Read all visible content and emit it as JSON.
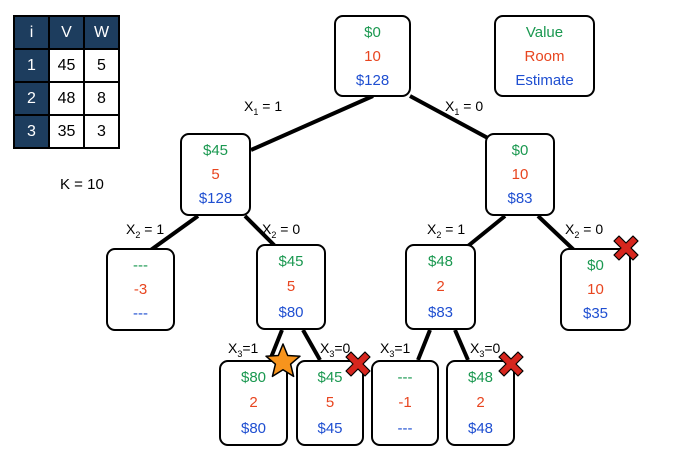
{
  "items_table": {
    "headers": [
      "i",
      "V",
      "W"
    ],
    "rows": [
      [
        "1",
        "45",
        "5"
      ],
      [
        "2",
        "48",
        "8"
      ],
      [
        "3",
        "35",
        "3"
      ]
    ],
    "capacity": "K = 10"
  },
  "legend": {
    "value": "Value",
    "room": "Room",
    "estimate": "Estimate"
  },
  "colors": {
    "value": "#1a9850",
    "room": "#e8451f",
    "estimate": "#1f4fd1",
    "header_fill": "#1d3d5e",
    "star": "#f7941d",
    "cross": "#d7261e"
  },
  "tree": {
    "root": {
      "value": "$0",
      "room": "10",
      "estimate": "$128"
    },
    "l": {
      "value": "$45",
      "room": "5",
      "estimate": "$128"
    },
    "r": {
      "value": "$0",
      "room": "10",
      "estimate": "$83"
    },
    "ll": {
      "value": "---",
      "room": "-3",
      "estimate": "---"
    },
    "lr": {
      "value": "$45",
      "room": "5",
      "estimate": "$80"
    },
    "rl": {
      "value": "$48",
      "room": "2",
      "estimate": "$83"
    },
    "rr": {
      "value": "$0",
      "room": "10",
      "estimate": "$35",
      "pruned": true
    },
    "lrl": {
      "value": "$80",
      "room": "2",
      "estimate": "$80",
      "best": true
    },
    "lrr": {
      "value": "$45",
      "room": "5",
      "estimate": "$45",
      "pruned": true
    },
    "rll": {
      "value": "---",
      "room": "-1",
      "estimate": "---"
    },
    "rlr": {
      "value": "$48",
      "room": "2",
      "estimate": "$48",
      "pruned": true
    }
  },
  "edges": {
    "root_l": {
      "var": "X",
      "sub": "1",
      "rest": " = 1"
    },
    "root_r": {
      "var": "X",
      "sub": "1",
      "rest": " = 0"
    },
    "l_ll": {
      "var": "X",
      "sub": "2",
      "rest": " = 1"
    },
    "l_lr": {
      "var": "X",
      "sub": "2",
      "rest": " = 0"
    },
    "r_rl": {
      "var": "X",
      "sub": "2",
      "rest": " = 1"
    },
    "r_rr": {
      "var": "X",
      "sub": "2",
      "rest": " = 0"
    },
    "lr_lrl": {
      "var": "X",
      "sub": "3",
      "rest": "=1"
    },
    "lr_lrr": {
      "var": "X",
      "sub": "3",
      "rest": "=0"
    },
    "rl_rll": {
      "var": "X",
      "sub": "3",
      "rest": "=1"
    },
    "rl_rlr": {
      "var": "X",
      "sub": "3",
      "rest": "=0"
    }
  }
}
